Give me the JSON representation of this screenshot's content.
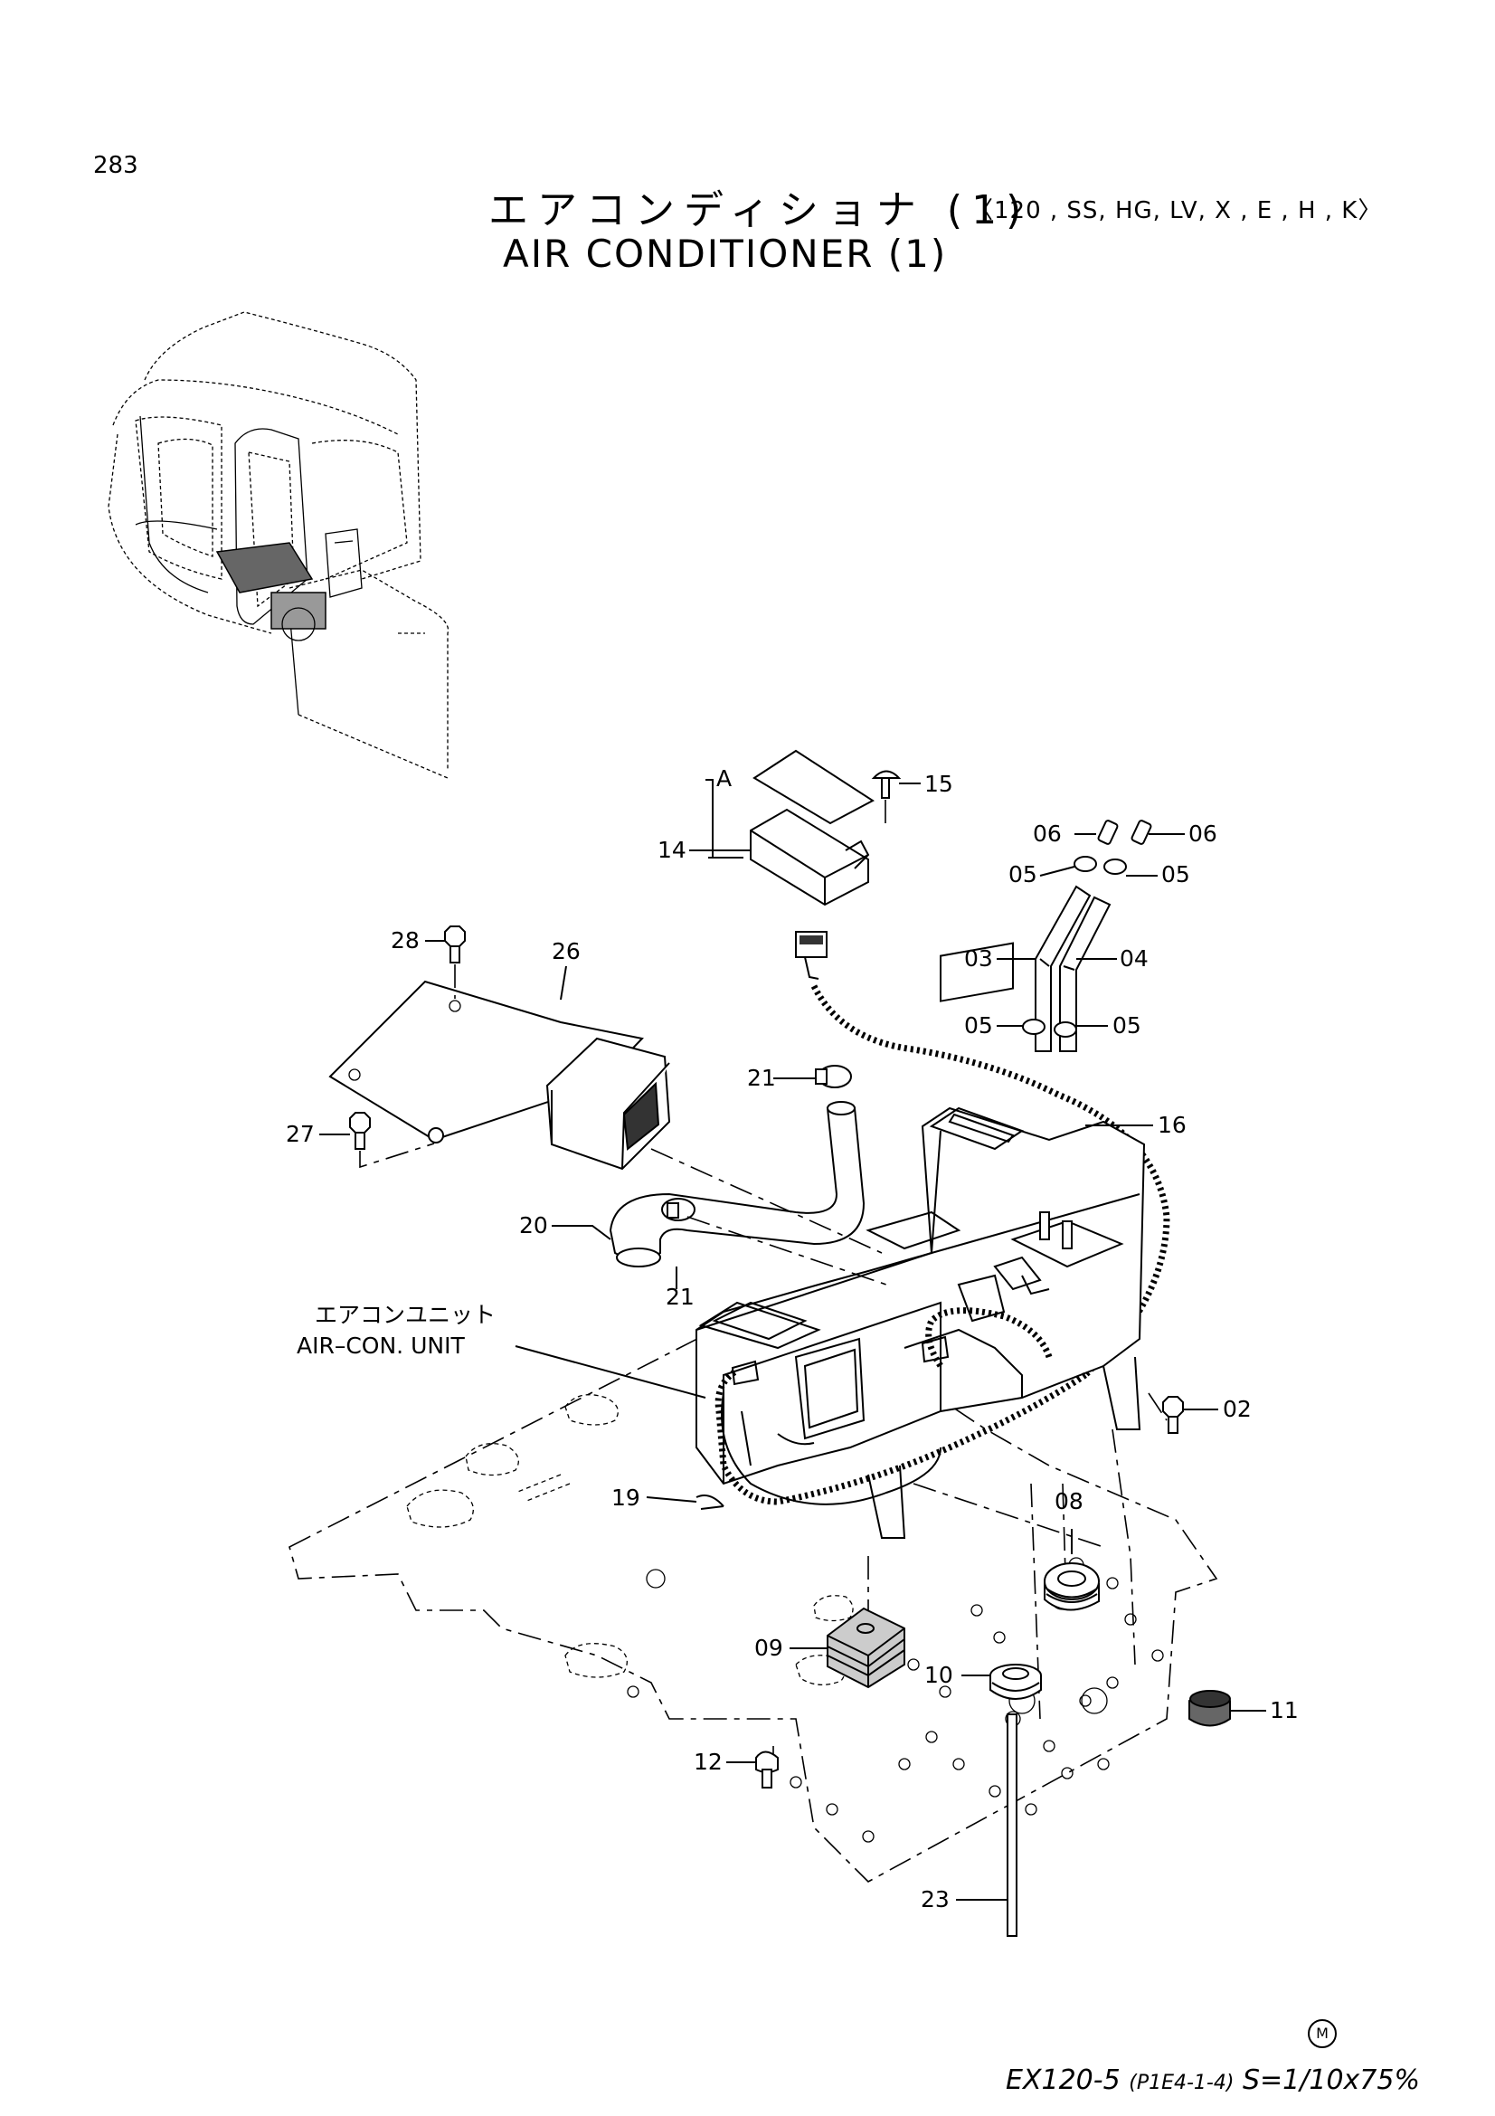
{
  "page_number": "283",
  "title": {
    "jp": "エアコンディショナ (1)",
    "models": "〈120 , SS, HG, LV, X , E , H , K〉",
    "en": "AIR CONDITIONER (1)"
  },
  "view_label": "A",
  "unit_label": {
    "jp": "エアコンユニット",
    "en": "AIR–CON. UNIT"
  },
  "callouts": {
    "p02": "02",
    "p03": "03",
    "p04": "04",
    "p05a": "05",
    "p05b": "05",
    "p05c": "05",
    "p05d": "05",
    "p06a": "06",
    "p06b": "06",
    "p08": "08",
    "p09": "09",
    "p10": "10",
    "p11": "11",
    "p12": "12",
    "p14": "14",
    "p15": "15",
    "p16": "16",
    "p19": "19",
    "p20": "20",
    "p21a": "21",
    "p21b": "21",
    "p23": "23",
    "p26": "26",
    "p27": "27",
    "p28": "28"
  },
  "footer": {
    "mark": "M",
    "model": "EX120-5",
    "code": "(P1E4-1-4)",
    "scale": "S=1/10x75%"
  }
}
